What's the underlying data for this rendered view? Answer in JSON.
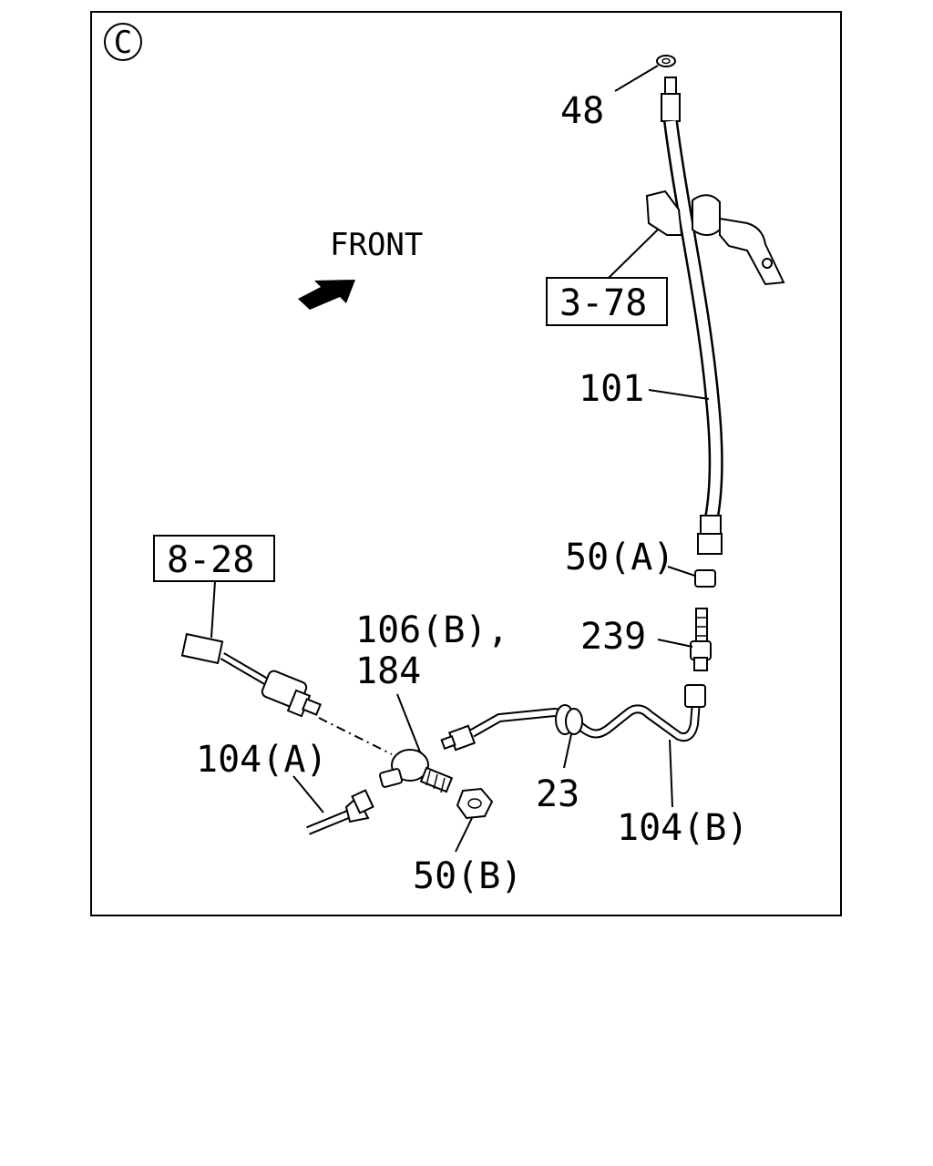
{
  "section_marker": "C",
  "direction_label": "FRONT",
  "callouts": {
    "washer_top": "48",
    "bracket_ref": "3-78",
    "hose": "101",
    "nut_a": "50(A)",
    "union_bolt": "239",
    "sensor_ref": "8-28",
    "tee_a": "106(B),",
    "tee_b": "184",
    "pipe_a": "104(A)",
    "grommet": "23",
    "pipe_b": "104(B)",
    "nut_b": "50(B)"
  },
  "colors": {
    "ink": "#000000",
    "paper": "#ffffff"
  }
}
